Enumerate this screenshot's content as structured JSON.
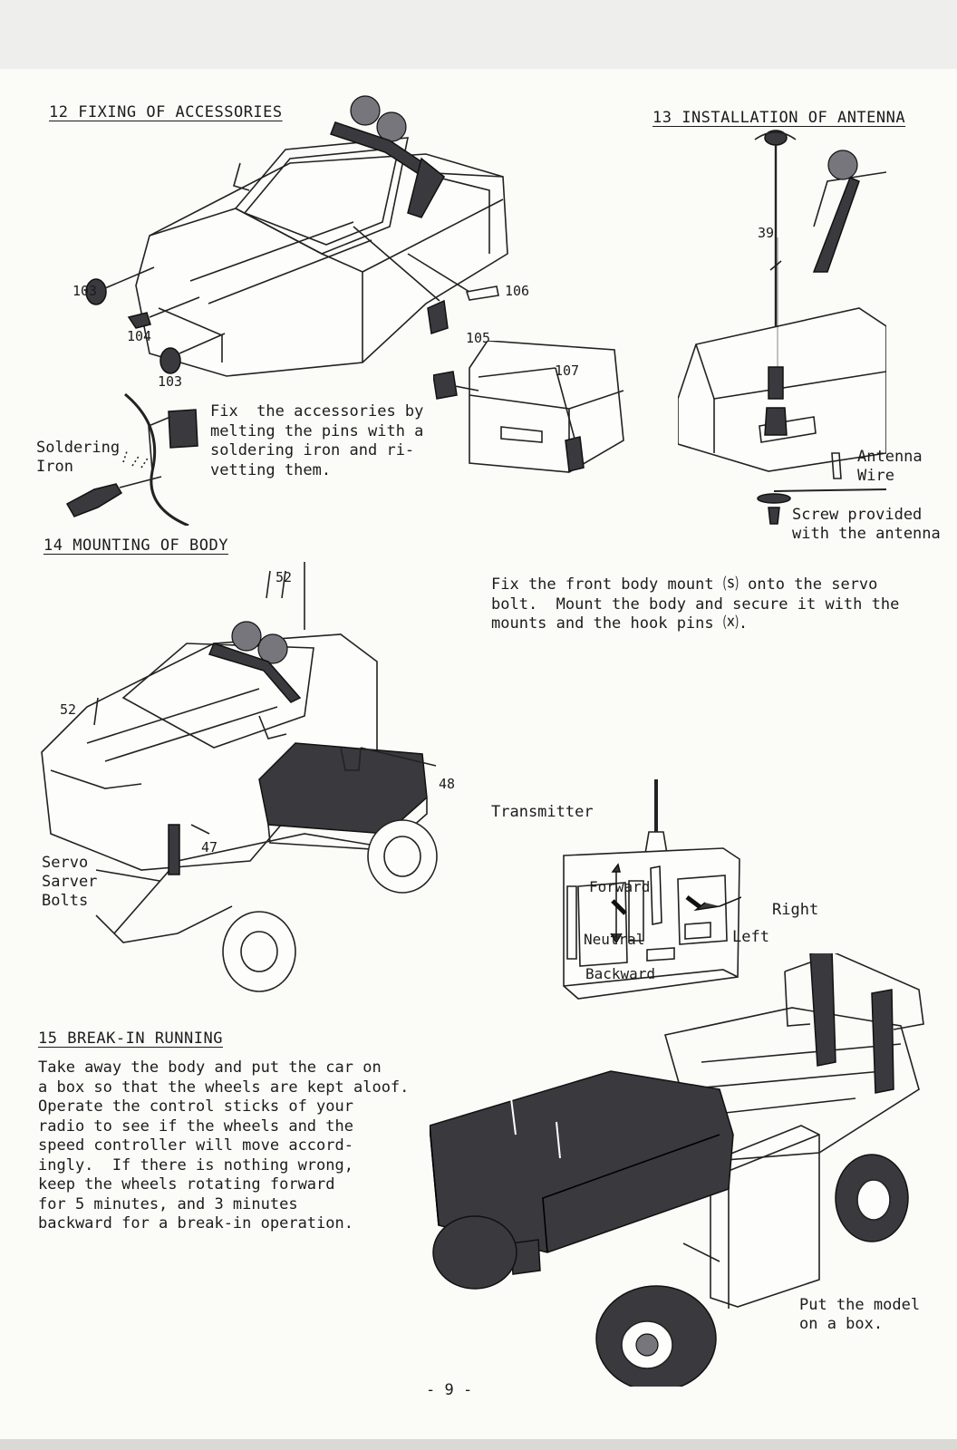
{
  "sections": {
    "s12": {
      "heading": "12  FIXING OF ACCESSORIES"
    },
    "s13": {
      "heading": "13  INSTALLATION OF ANTENNA"
    },
    "s14": {
      "heading": "14  MOUNTING OF BODY"
    },
    "s15": {
      "heading": "15  BREAK-IN RUNNING"
    }
  },
  "texts": {
    "accessories": "Fix  the accessories by\nmelting the pins with a\nsoldering iron and ri-\nvetting them.",
    "mounting": "Fix the front body mount ⒮ onto the servo\nbolt.  Mount the body and secure it with the\nmounts and the hook pins ⒳.",
    "breakin": "Take away the body and put the car on\na box so that the wheels are kept aloof.\nOperate the control sticks of your\nradio to see if the wheels and the\nspeed controller will move accord-\ningly.  If there is nothing wrong,\nkeep the wheels rotating forward\nfor 5 minutes, and 3 minutes\nbackward for a break-in operation."
  },
  "labels": {
    "soldering_iron": "Soldering\nIron",
    "antenna_wire": "Antenna\nWire",
    "screw": "Screw provided\nwith the antenna",
    "servo": "Servo\nSarver\nBolts",
    "transmitter": "Transmitter",
    "forward": "Forward",
    "neutral": "Neutral",
    "backward": "Backward",
    "right": "Right",
    "left": "Left",
    "put_model": "Put the model\non a box."
  },
  "parts": {
    "p103a": "103",
    "p104": "104",
    "p103b": "103",
    "p106": "106",
    "p105": "105",
    "p107": "107",
    "p39": "39",
    "p52a": "52",
    "p52b": "52",
    "p48": "48",
    "p47": "47"
  },
  "page_number": "- 9 -"
}
